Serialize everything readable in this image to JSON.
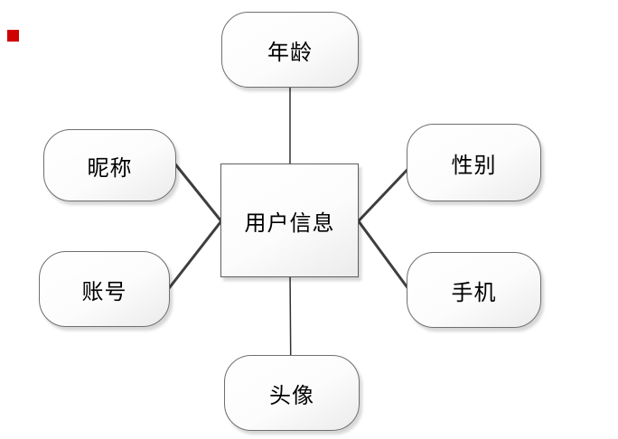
{
  "entity": {
    "label": "用户信息"
  },
  "attributes": [
    {
      "id": "age",
      "label": "年龄"
    },
    {
      "id": "gender",
      "label": "性别"
    },
    {
      "id": "phone",
      "label": "手机"
    },
    {
      "id": "avatar",
      "label": "头像"
    },
    {
      "id": "account",
      "label": "账号"
    },
    {
      "id": "nickname",
      "label": "昵称"
    }
  ],
  "marker": {
    "color": "#d10000"
  },
  "colors": {
    "background": "#ffffff",
    "node_border": "#6f6f6f",
    "node_fill_top": "#ffffff",
    "node_fill_bottom": "#ebebeb",
    "connector": "#3e3e3e",
    "text": "#000000"
  }
}
